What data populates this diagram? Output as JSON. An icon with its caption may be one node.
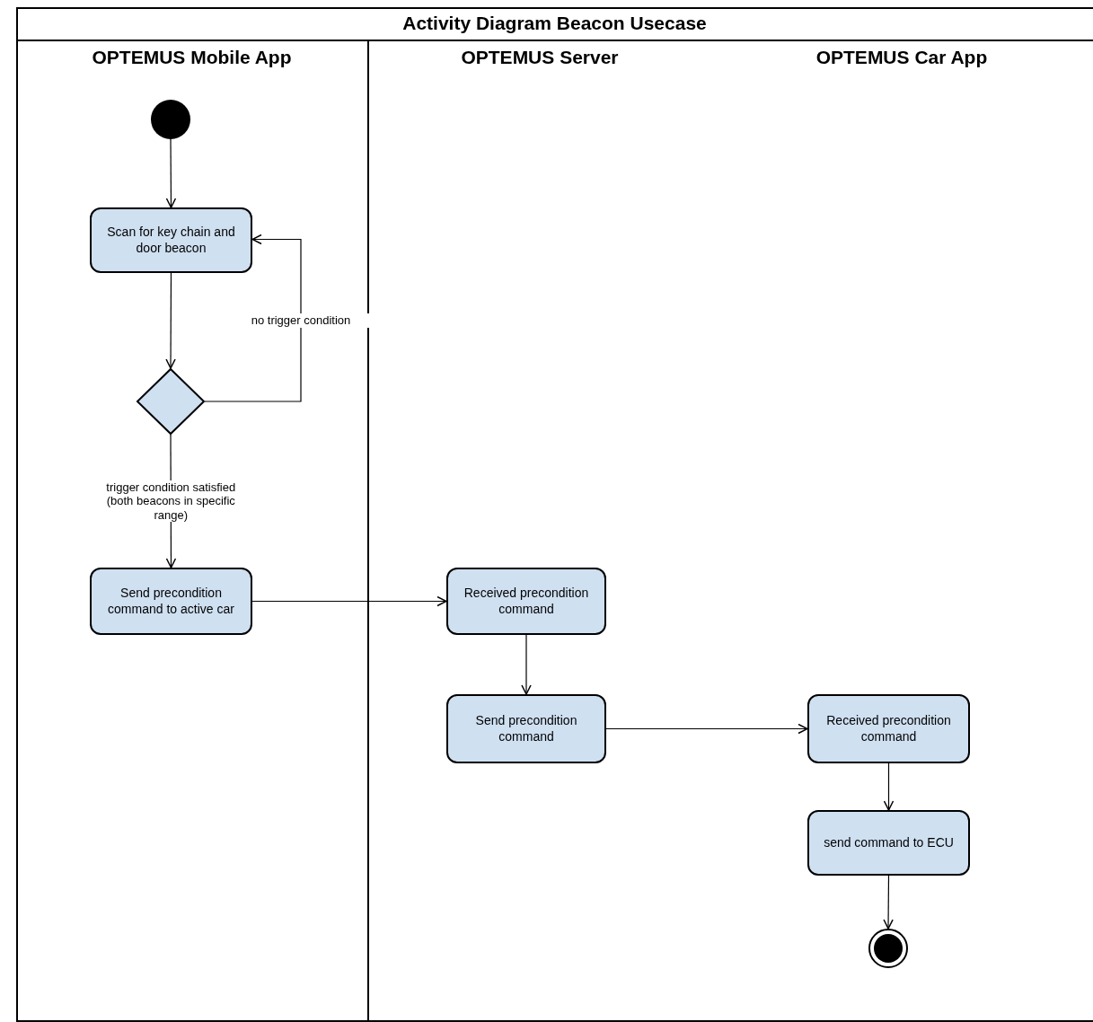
{
  "diagram": {
    "title": "Activity Diagram Beacon Usecase",
    "nodes": [
      {
        "text": [
          "OPTEMUS Mobile App"
        ]
      },
      {
        "text": [
          "OPTEMUS Server"
        ]
      },
      {
        "text": [
          "OPTEMUS Car App"
        ]
      },
      {
        "text": [],
        "shape": "circle",
        "in": 0
      },
      {
        "text": [
          "Scan for key chain and door beacon"
        ],
        "in": 0
      },
      {
        "text": [],
        "shape": "diamond",
        "in": 0
      },
      {
        "text": [
          "Send precondition command to active car"
        ],
        "in": 0
      },
      {
        "text": [
          "Received precondition command"
        ],
        "in": 1
      },
      {
        "text": [
          "Send precondition command"
        ],
        "in": 1
      },
      {
        "text": [
          "Received precondition command"
        ],
        "in": 2
      },
      {
        "text": [
          "send command to ECU"
        ],
        "in": 2
      },
      {
        "text": [],
        "shape": "circle",
        "in": 2
      }
    ],
    "edges": [
      {
        "from": 3,
        "to": 4,
        "arrow": "to"
      },
      {
        "from": 4,
        "to": 5,
        "arrow": "to"
      },
      {
        "from": 5,
        "to": 4,
        "arrow": "to",
        "label": "no trigger condition"
      },
      {
        "from": 5,
        "to": 6,
        "arrow": "to",
        "label": "trigger condition satisfied (both beacons in specific range)"
      },
      {
        "from": 6,
        "to": 7,
        "arrow": "to"
      },
      {
        "from": 7,
        "to": 8,
        "arrow": "to"
      },
      {
        "from": 8,
        "to": 9,
        "arrow": "to"
      },
      {
        "from": 9,
        "to": 10,
        "arrow": "to"
      },
      {
        "from": 10,
        "to": 11,
        "arrow": "to"
      }
    ]
  }
}
